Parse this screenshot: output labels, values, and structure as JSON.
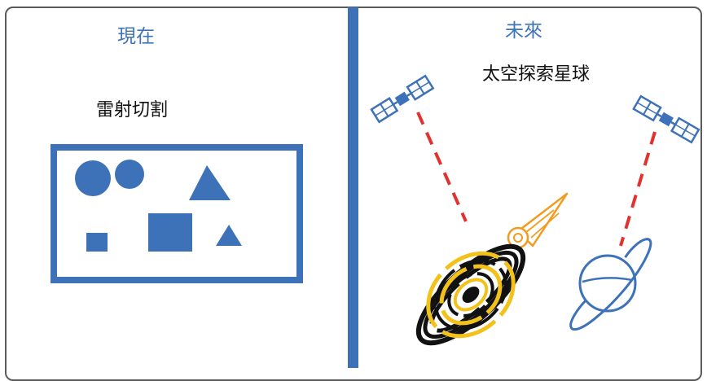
{
  "left_panel": {
    "heading": "現在",
    "caption": "雷射切割"
  },
  "right_panel": {
    "heading": "未來",
    "caption": "太空探索星球"
  },
  "colors": {
    "accent_blue": "#3d72b8",
    "laser_red": "#e0332f",
    "black_hole_black": "#111111",
    "black_hole_gold": "#f2c21a",
    "comet_orange": "#f39b1e",
    "planet_outline": "#3d72b8",
    "frame_gray": "#5b5b5b"
  },
  "icons": [
    "satellite-icon",
    "satellite-icon",
    "black-hole-icon",
    "comet-icon",
    "planet-icon",
    "circle-shape",
    "triangle-shape",
    "square-shape"
  ]
}
